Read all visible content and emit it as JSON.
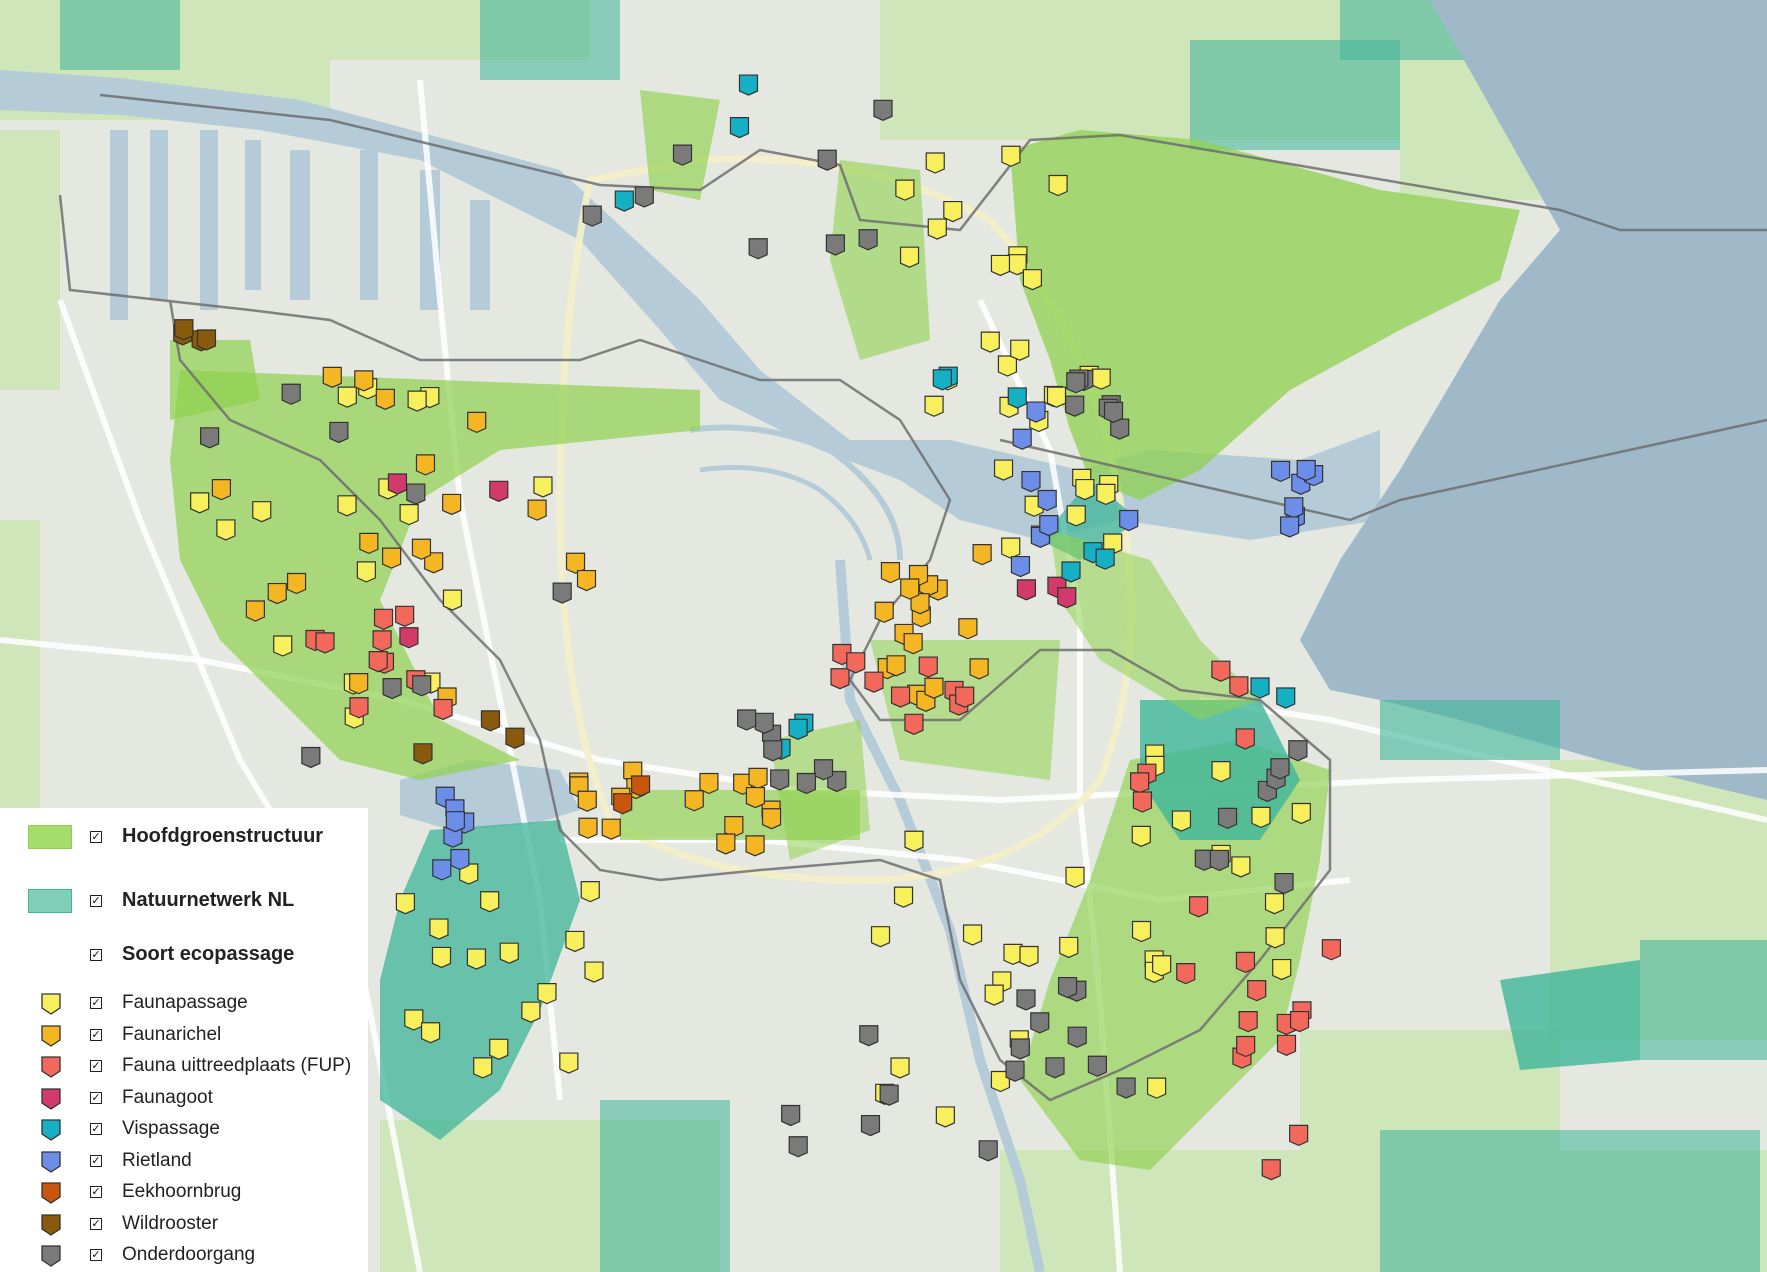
{
  "colors": {
    "land": "#e4e8e0",
    "water": "#b5cbd8",
    "water_dark": "#9fb9c9",
    "road": "#ffffff",
    "hoofdgroen": "#8fd14f",
    "hoofdgroen_fill": "#a6dc6c",
    "natuurnetwerk": "#3fb59a",
    "natuurnetwerk_light": "#7fd0b6",
    "boundary": "#6e6e6e",
    "rural_green": "#c9e3b0"
  },
  "legend": {
    "hoofdgroenstructuur": "Hoofdgroenstructuur",
    "natuurnetwerk": "Natuurnetwerk NL",
    "soort_heading": "Soort ecopassage",
    "checkbox_glyph": "✓",
    "items": [
      {
        "key": "faunapassage",
        "label": "Faunapassage",
        "color": "#f7ef5b"
      },
      {
        "key": "faunarichel",
        "label": "Faunarichel",
        "color": "#f5b623"
      },
      {
        "key": "fup",
        "label": "Fauna uittreedplaats (FUP)",
        "color": "#f2695c"
      },
      {
        "key": "faunagoot",
        "label": "Faunagoot",
        "color": "#d23a6b"
      },
      {
        "key": "vispassage",
        "label": "Vispassage",
        "color": "#16b0c5"
      },
      {
        "key": "rietland",
        "label": "Rietland",
        "color": "#6d8ee8"
      },
      {
        "key": "eekhoornbrug",
        "label": "Eekhoornbrug",
        "color": "#c8560c"
      },
      {
        "key": "wildrooster",
        "label": "Wildrooster",
        "color": "#8a5a0c"
      },
      {
        "key": "onderdoorgang",
        "label": "Onderdoorgang",
        "color": "#7a7a7a"
      }
    ]
  },
  "markers": {
    "faunapassage": 98,
    "faunarichel": 55,
    "fup": 40,
    "faunagoot": 6,
    "vispassage": 14,
    "rietland": 22,
    "eekhoornbrug": 2,
    "wildrooster": 7,
    "onderdoorgang": 56
  }
}
